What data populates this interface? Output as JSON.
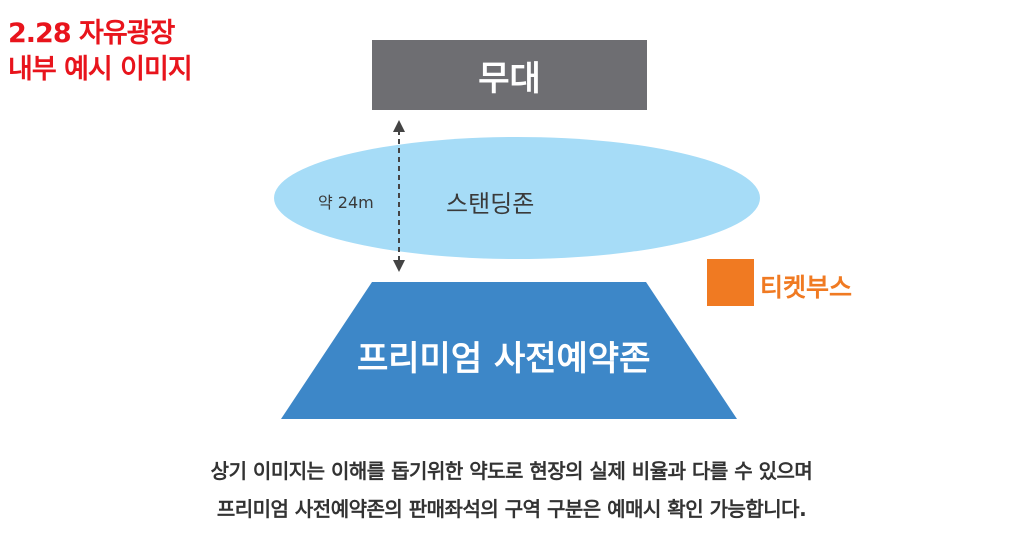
{
  "title": {
    "line1": "2.28 자유광장",
    "line2": "내부 예시 이미지"
  },
  "stage": {
    "label": "무대"
  },
  "standing_zone": {
    "label": "스탠딩존",
    "distance": "약 24m"
  },
  "premium_zone": {
    "label": "프리미엄 사전예약존"
  },
  "ticket_booth": {
    "label": "티켓부스"
  },
  "notice": {
    "line1": "상기 이미지는 이해를 돕기위한 약도로 현장의 실제 비율과 다를 수 있으며",
    "line2": "프리미엄 사전예약존의 판매좌석의 구역 구분은 예매시 확인 가능합니다."
  },
  "colors": {
    "title": "#e8141c",
    "stage": "#6e6e72",
    "standing_zone": "#a6dcf7",
    "premium_zone": "#3d87c8",
    "ticket_booth": "#f07a22"
  }
}
